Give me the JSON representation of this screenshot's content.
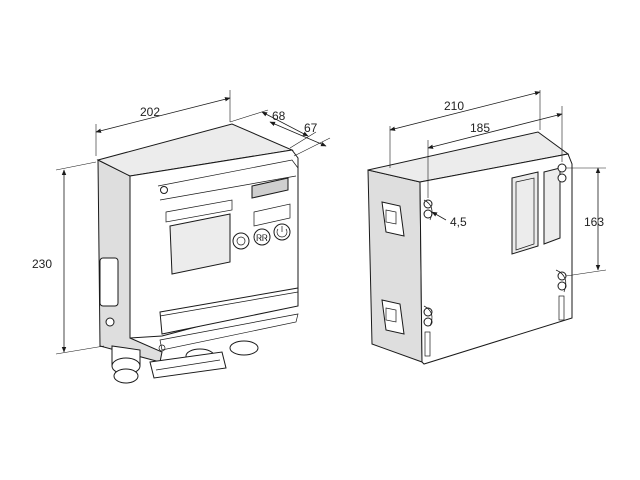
{
  "dimensions": {
    "left_width": "202",
    "left_depth_top": "68",
    "left_depth_bottom": "67",
    "left_height": "230",
    "right_width_outer": "210",
    "right_width_inner": "185",
    "right_height_holes": "163",
    "right_hole_diameter": "4,5"
  }
}
